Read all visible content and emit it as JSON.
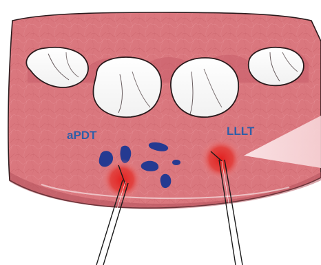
{
  "labels": {
    "apdt": "aPDT",
    "lllt": "LLLT"
  },
  "icons": {
    "gingiva": "gum-tissue-illustration",
    "teeth": "tooth-icon",
    "photosensitizer": "photosensitizer-stain-icon",
    "laser_spot": "laser-spot-icon",
    "laser_fiber": "laser-fiber-icon",
    "light_beam": "light-beam-icon"
  },
  "colors": {
    "gingiva_fill": "#d9737a",
    "gingiva_dark": "#c55f68",
    "gingiva_outline": "#2b1a1c",
    "tooth_fill": "#ffffff",
    "tooth_shadow": "#ececec",
    "label_text": "#2e5ea8",
    "photosensitizer": "#253a91",
    "laser_red": "#e02a2a",
    "beam": "#fbe3e5"
  }
}
